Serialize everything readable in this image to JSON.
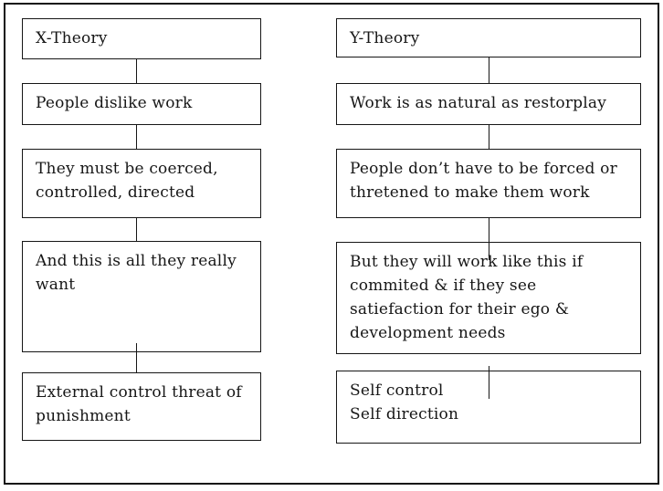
{
  "diagram": {
    "title": "X-Theory vs Y-Theory flowchart",
    "colors": {
      "line": "#161616",
      "background": "#ffffff"
    },
    "columns": [
      {
        "id": "x-theory",
        "boxes": [
          {
            "text": "X-Theory"
          },
          {
            "text": "People dislike work"
          },
          {
            "text": "They must be coerced,\ncontrolled, directed"
          },
          {
            "text": "And this is all they really\nwant"
          },
          {
            "text": "External control threat of\npunishment"
          }
        ]
      },
      {
        "id": "y-theory",
        "boxes": [
          {
            "text": "Y-Theory"
          },
          {
            "text": "Work is as natural as restorplay"
          },
          {
            "text": "People don’t have to be forced or\nthretened to make them work"
          },
          {
            "text": "But they will work like this if\ncommited & if they see\nsatiefaction for their ego &\ndevelopment needs"
          },
          {
            "text": "Self control\nSelf direction"
          }
        ]
      }
    ]
  }
}
